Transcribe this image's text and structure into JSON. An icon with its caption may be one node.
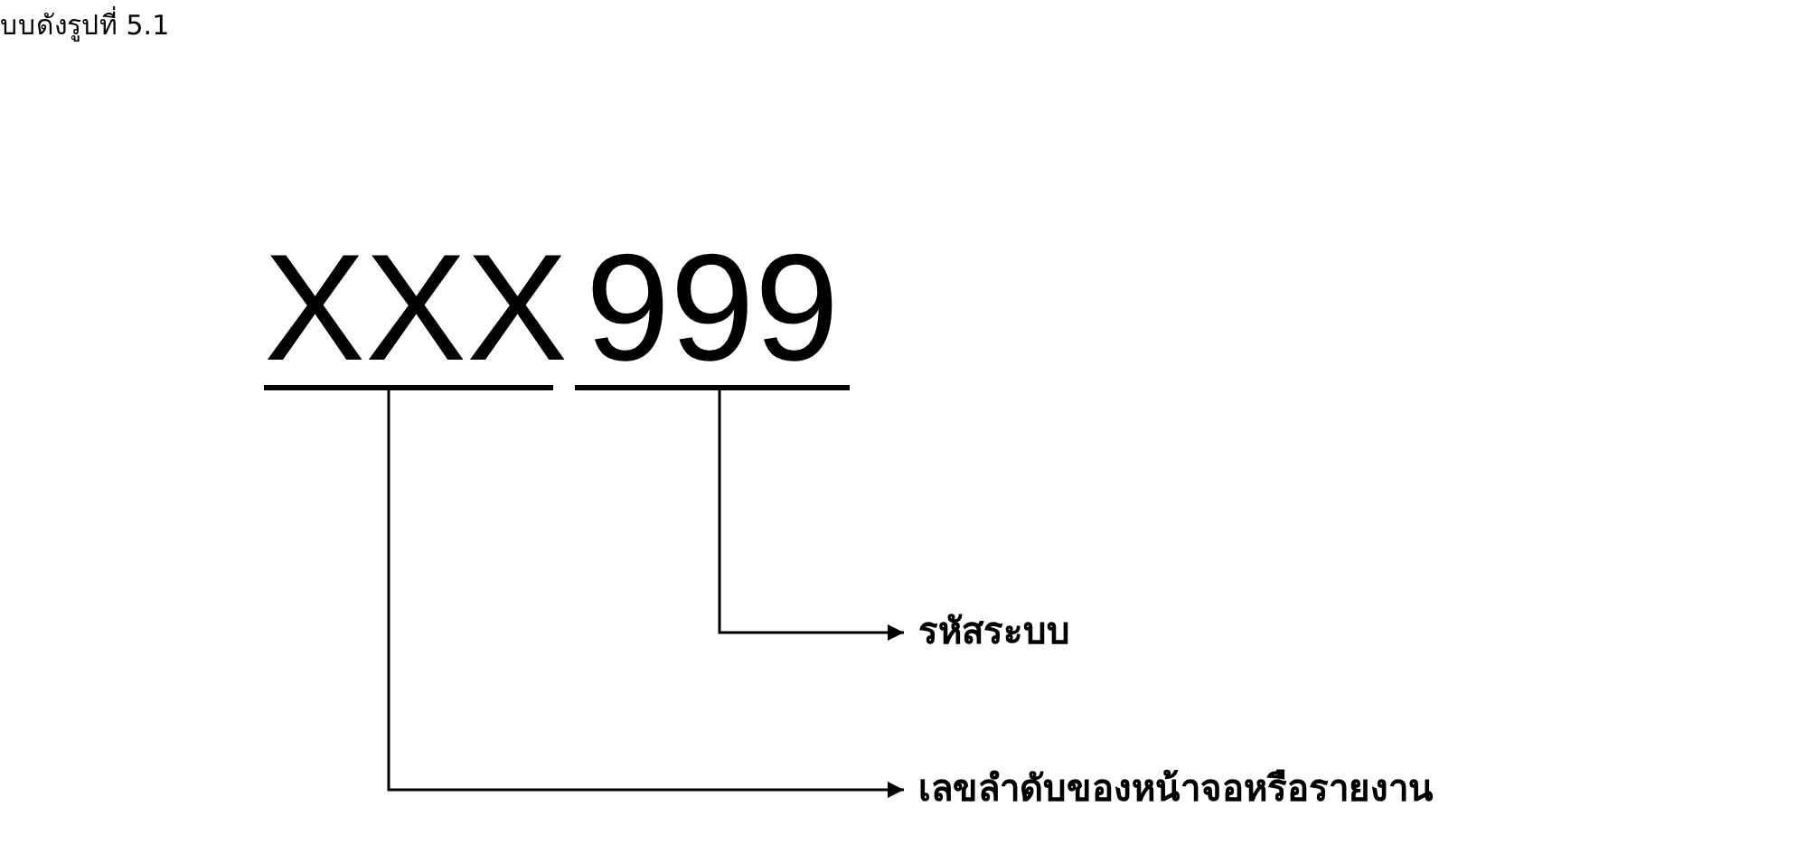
{
  "diagram": {
    "nodes": [
      {
        "text": [
          "XXX"
        ]
      },
      {
        "text": [
          "999"
        ]
      },
      {
        "text": [
          "รหัสระบบ"
        ]
      },
      {
        "text": [
          "เลขลำดับของหน้าจอหรือรายงาน"
        ]
      }
    ],
    "edges": [
      {
        "from": 1,
        "to": 2,
        "arrow": "to"
      },
      {
        "from": 0,
        "to": 3,
        "arrow": "to"
      }
    ],
    "labels": [
      "บบดังรูปที่ 5.1"
    ]
  }
}
